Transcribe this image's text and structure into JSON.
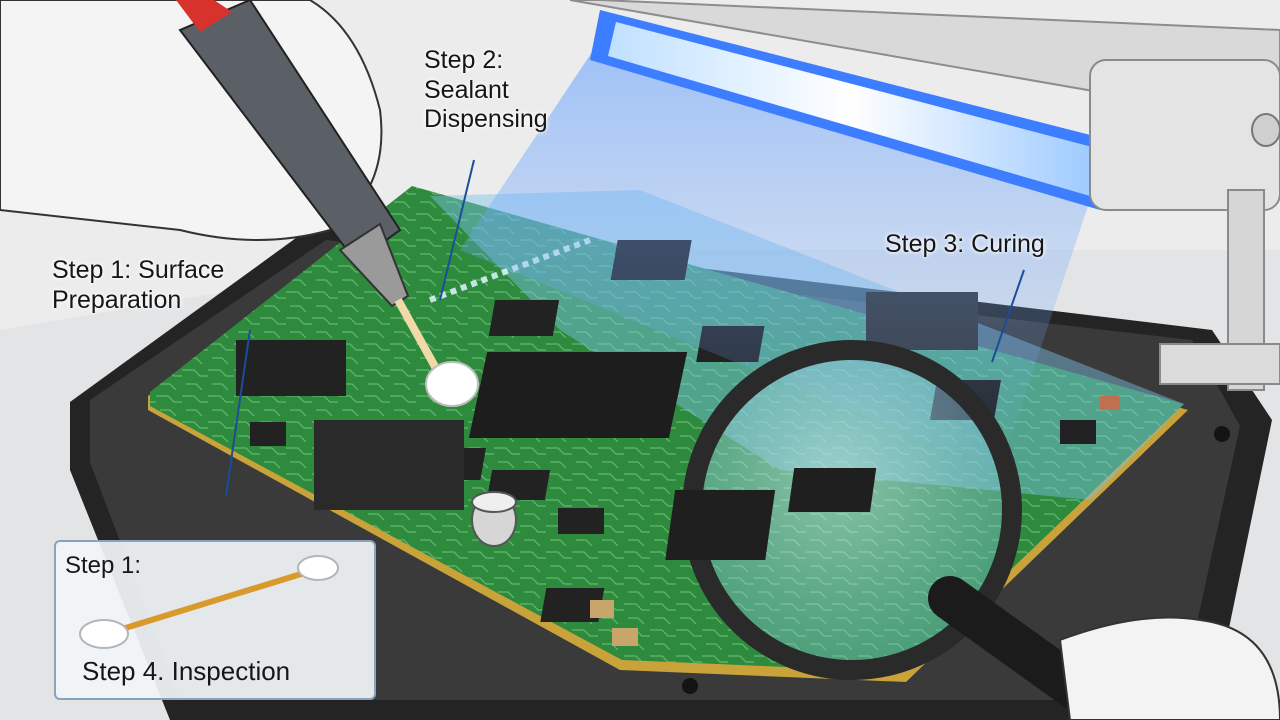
{
  "labels": {
    "step2": [
      "Step 2:",
      "Sealant",
      "Dispensing"
    ],
    "step1": [
      "Step 1: Surface",
      "Preparation"
    ],
    "step3": "Step 3: Curing"
  },
  "inset": {
    "title": "Step 1:",
    "caption": "Step 4. Inspection"
  },
  "colors": {
    "pcb": "#2e8b3e",
    "uv_light": "#3d7dff",
    "fixture": "#2a2a2a"
  }
}
